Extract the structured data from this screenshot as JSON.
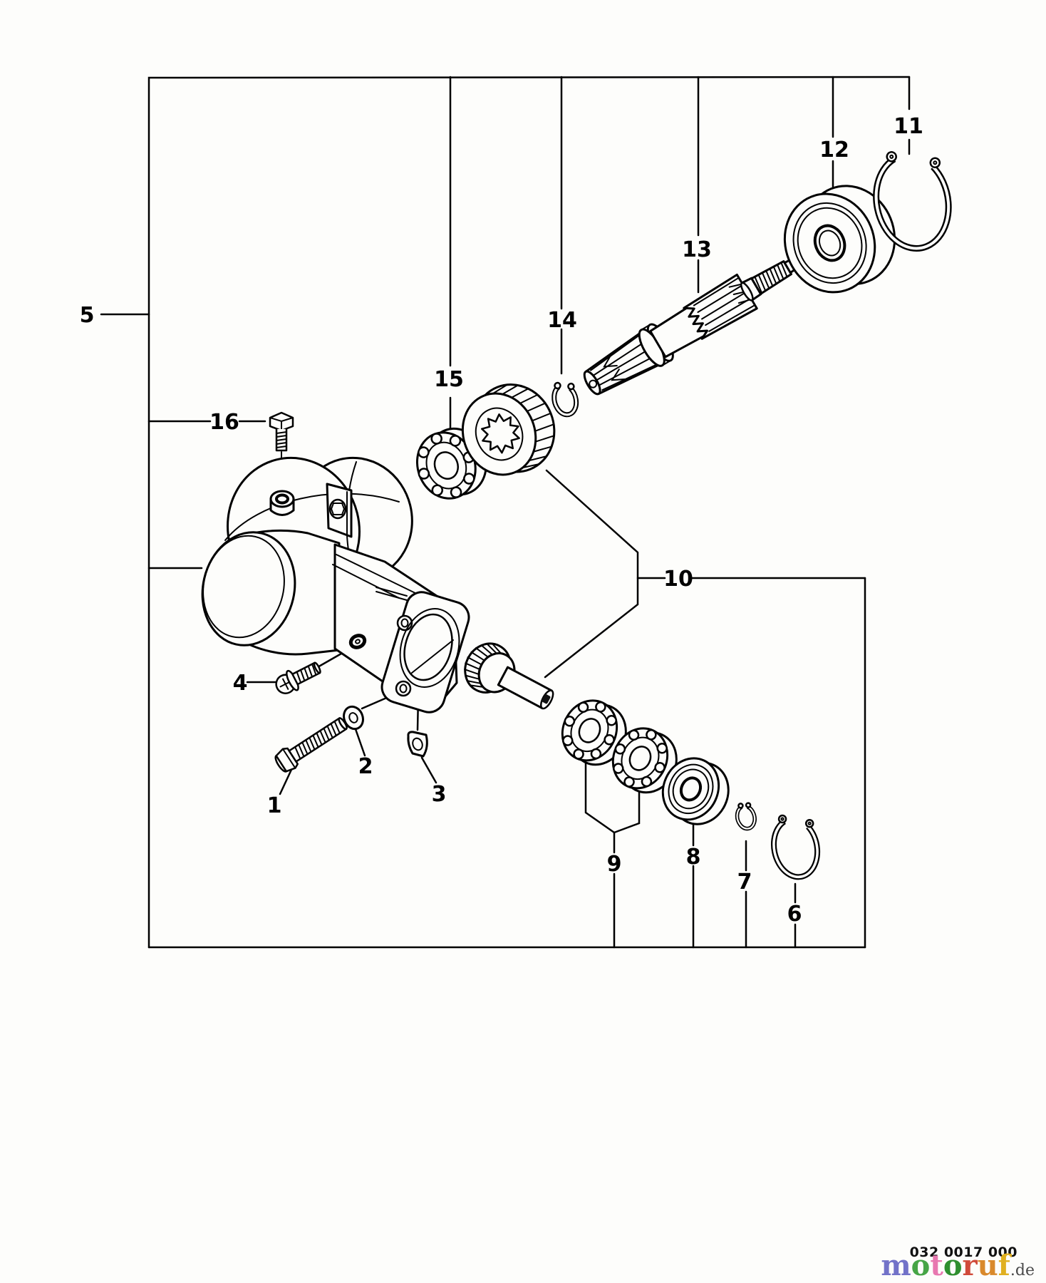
{
  "figure": {
    "description": "Exploded parts diagram of a trimmer gear case assembly",
    "callouts": [
      {
        "label": "1"
      },
      {
        "label": "2"
      },
      {
        "label": "3"
      },
      {
        "label": "4"
      },
      {
        "label": "5"
      },
      {
        "label": "6"
      },
      {
        "label": "7"
      },
      {
        "label": "8"
      },
      {
        "label": "9"
      },
      {
        "label": "10"
      },
      {
        "label": "11"
      },
      {
        "label": "12"
      },
      {
        "label": "13"
      },
      {
        "label": "14"
      },
      {
        "label": "15"
      },
      {
        "label": "16"
      }
    ]
  },
  "footer": {
    "part_number": "032 0017 000",
    "watermark": {
      "letters": [
        {
          "ch": "m",
          "color": "#7272c8"
        },
        {
          "ch": "o",
          "color": "#46a546"
        },
        {
          "ch": "t",
          "color": "#e878b0"
        },
        {
          "ch": "o",
          "color": "#2f8f2f"
        },
        {
          "ch": "r",
          "color": "#d04a3a"
        },
        {
          "ch": "u",
          "color": "#d9892b"
        },
        {
          "ch": "f",
          "color": "#e0b020"
        }
      ],
      "suffix": ".de"
    }
  }
}
